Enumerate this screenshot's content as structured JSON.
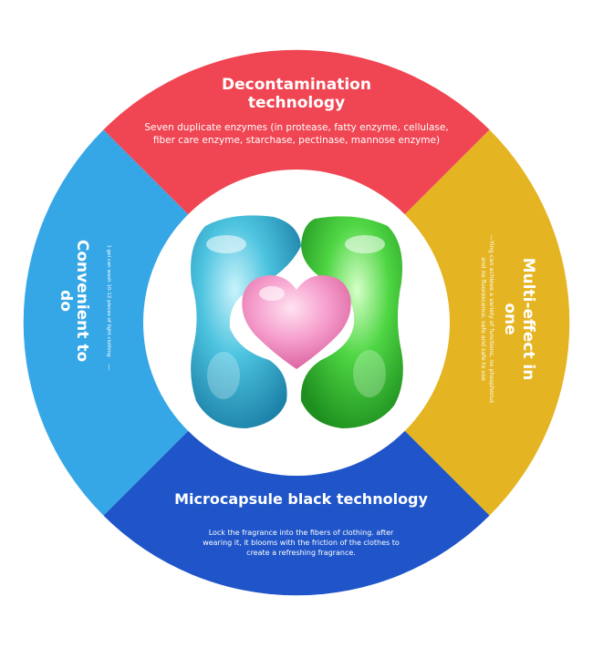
{
  "segments": {
    "top": {
      "title_line1": "Decontamination",
      "title_line2": "technology",
      "desc_line1": "Seven duplicate enzymes (in protease, fatty enzyme, cellulase,",
      "desc_line2": "fiber care enzyme, starchase, pectinase, mannose enzyme)",
      "color": "#f04552"
    },
    "right": {
      "title_line1": "Multi-effect in",
      "title_line2": "one",
      "desc_line1": "—Ying can achieve a variety of functions, no phosphorus",
      "desc_line2": "and no fluorescence, safe and safe to use",
      "color": "#e5b422"
    },
    "bottom": {
      "title": "Microcapsule black technology",
      "desc_line1": "Lock the fragrance into the fibers of clothing. after",
      "desc_line2": "wearing it, it blooms with the friction of the clothes to",
      "desc_line3": "create a refreshing fragrance.",
      "color": "#1f55c8"
    },
    "left": {
      "title_line1": "Convenient to",
      "title_line2": "do",
      "desc_line1": "1 gel can wash 10-12 pieces of light clothing",
      "dash": "—",
      "color": "#36a7e6"
    }
  },
  "center": {
    "pod_blue_color": "#38b8d8",
    "pod_green_color": "#3fcf3a",
    "heart_color": "#f08ec0"
  }
}
